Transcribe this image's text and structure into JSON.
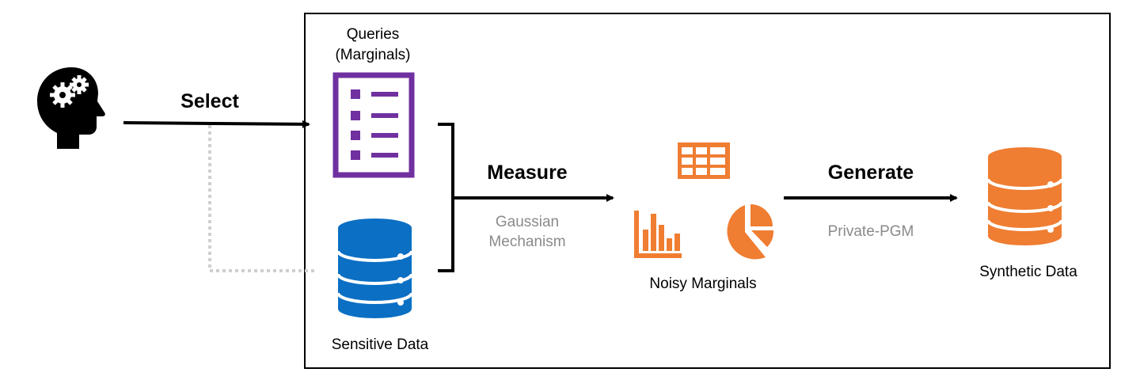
{
  "diagram": {
    "select_label": "Select",
    "queries_label_line1": "Queries",
    "queries_label_line2": "(Marginals)",
    "sensitive_data_label": "Sensitive Data",
    "measure_label": "Measure",
    "mechanism_line1": "Gaussian",
    "mechanism_line2": "Mechanism",
    "noisy_marginals_label": "Noisy Marginals",
    "generate_label": "Generate",
    "generator_label": "Private-PGM",
    "synthetic_data_label": "Synthetic Data"
  },
  "colors": {
    "purple": "#7030a0",
    "blue": "#0b6fc4",
    "orange": "#ef7d32",
    "dotted_line": "#cfcfcf",
    "grey_text": "#8a8a8a",
    "black": "#000000"
  },
  "icons": {
    "user": "head-with-gears-icon",
    "queries": "checklist-icon",
    "sensitive": "database-icon",
    "table": "table-icon",
    "bars": "bar-chart-icon",
    "pie": "pie-chart-icon",
    "synthetic": "database-icon"
  }
}
